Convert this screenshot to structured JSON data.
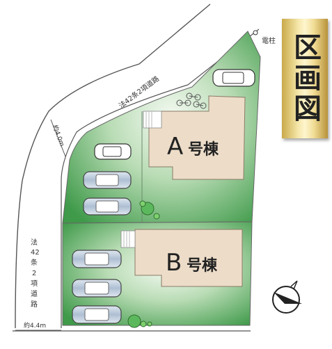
{
  "title": "区画図",
  "road_top": "法42条2項道路",
  "road_left": [
    "法",
    "42",
    "条",
    "2",
    "項",
    "道",
    "路"
  ],
  "width_top": "約4.0m",
  "width_bottom": "約4.4m",
  "pole_label": "電柱",
  "lot_a": {
    "letter": "A",
    "suffix": "号棟"
  },
  "lot_b": {
    "letter": "B",
    "suffix": "号棟"
  },
  "colors": {
    "lot_green": "#3f9a4a",
    "building": "#ecdcc8",
    "car": "#b9c9da"
  }
}
